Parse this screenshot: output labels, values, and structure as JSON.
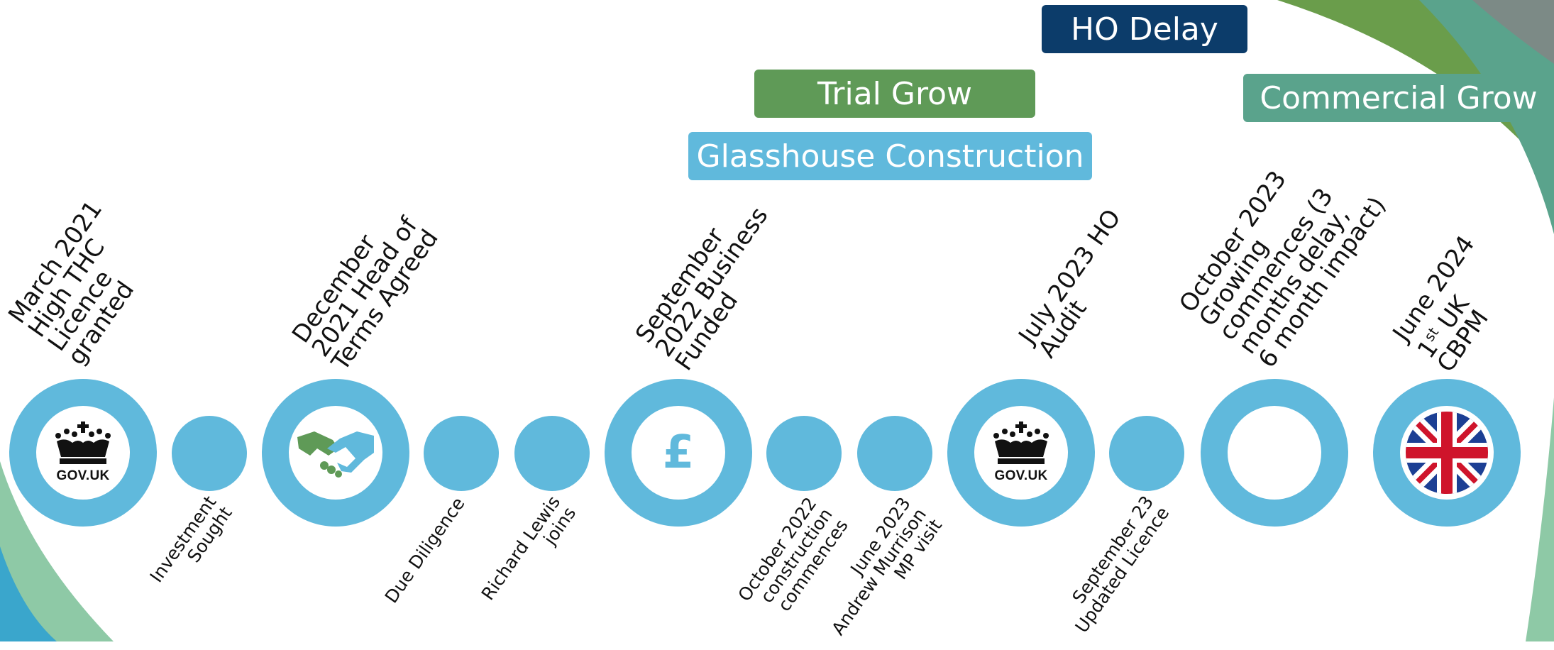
{
  "colors": {
    "circle": "#60b9dc",
    "glasshouse_bar": "#60b9dc",
    "trial_bar": "#5f9a57",
    "delay_bar": "#0c3c6a",
    "commercial_bar": "#5aa38c",
    "flag_blue": "#1c3f94",
    "flag_red": "#cf142b"
  },
  "phases": {
    "glasshouse": "Glasshouse Construction",
    "trial": "Trial Grow",
    "delay": "HO Delay",
    "commercial": "Commercial Grow"
  },
  "milestones": {
    "m1": {
      "lines": [
        "March 2021",
        "High THC",
        "Licence",
        "granted"
      ],
      "icon": "gov-uk-crown-icon",
      "icon_text": "GOV.UK"
    },
    "m2": {
      "lines": [
        "December",
        "2021 Head of",
        "Terms Agreed"
      ],
      "icon": "handshake-icon"
    },
    "m3": {
      "lines": [
        "September",
        "2022 Business",
        "Funded"
      ],
      "icon": "pound-icon",
      "icon_text": "£"
    },
    "m4": {
      "lines": [
        "July 2023 HO",
        "Audit"
      ],
      "icon": "gov-uk-crown-icon",
      "icon_text": "GOV.UK"
    },
    "m5": {
      "lines": [
        "October 2023",
        "Growing",
        "commences (3",
        "months delay,",
        "6 month impact)"
      ],
      "icon": "empty"
    },
    "m6": {
      "lines": [
        "June 2024",
        "1",
        "st",
        " UK",
        "CBPM"
      ],
      "icon": "union-jack-flag-icon"
    }
  },
  "events": {
    "e1": {
      "lines": [
        "Investment",
        "Sought"
      ]
    },
    "e2": {
      "lines": [
        "Due Diligence"
      ]
    },
    "e3": {
      "lines": [
        "Richard Lewis",
        "joins"
      ]
    },
    "e4": {
      "lines": [
        "October 2022",
        "construction",
        "commences"
      ]
    },
    "e5": {
      "lines": [
        "June 2023",
        "Andrew Murrison",
        "MP visit"
      ]
    },
    "e6": {
      "lines": [
        "September 23",
        "Updated Licence"
      ]
    }
  }
}
